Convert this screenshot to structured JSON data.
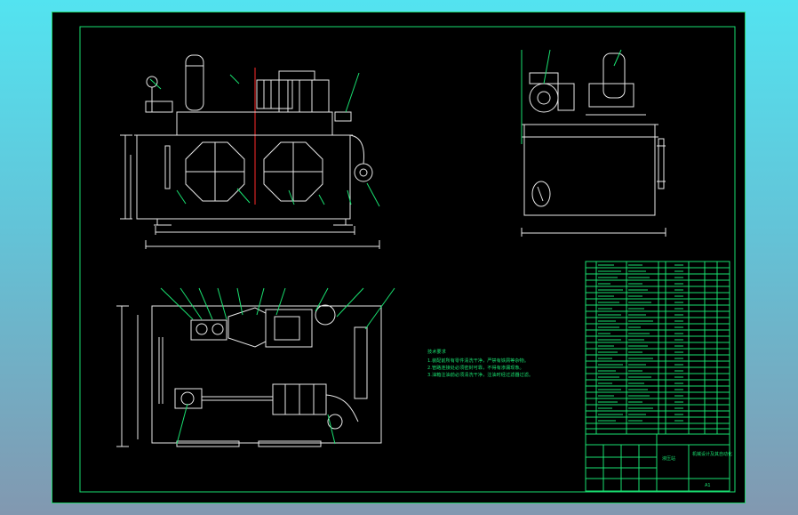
{
  "drawing": {
    "tech_notes_title": "技术要求",
    "tech_notes": [
      "1.装配前所有零件清洗干净，严禁有铁屑等杂物。",
      "2.管路连接处必须密封可靠，不得有渗漏现象。",
      "3.油箱注油前必须清洗干净，注油时经过滤器过滤。"
    ],
    "title_block": {
      "name": "液压站",
      "scale_text": "A1",
      "company": "机械设计及其自动化"
    },
    "colors": {
      "background": "#000000",
      "line_primary": "#19e070",
      "line_secondary": "#e8e8e8",
      "line_accent": "#ff2a2a"
    }
  }
}
